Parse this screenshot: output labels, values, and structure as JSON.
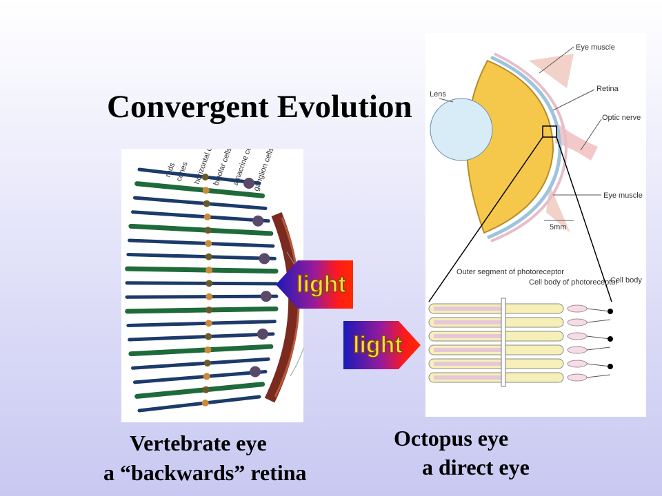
{
  "slide": {
    "title": "Convergent Evolution",
    "vertebrate": {
      "caption_line1": "Vertebrate eye",
      "caption_line2": "a “backwards” retina",
      "labels": [
        "rods",
        "cones",
        "horizontal cells",
        "bipolar cells",
        "amacrine cells",
        "ganglion cells"
      ]
    },
    "octopus": {
      "caption_line1": "Octopus eye",
      "caption_line2": "a direct eye",
      "labels": {
        "eye_muscle_top": "Eye muscle",
        "lens": "Lens",
        "retina": "Retina",
        "optic_nerve": "Optic nerve",
        "eye_muscle_bottom": "Eye muscle",
        "scale": "5mm",
        "outer_segment": "Outer segment of photoreceptor",
        "cell_body_photoreceptor": "Cell body of photoreceptor",
        "cell_body": "Cell body"
      }
    },
    "arrows": {
      "left_label": "light",
      "right_label": "light"
    }
  }
}
